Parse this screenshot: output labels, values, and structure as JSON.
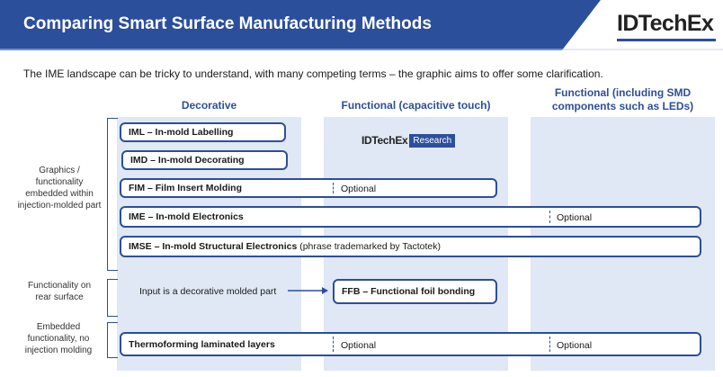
{
  "header": {
    "title": "Comparing Smart Surface Manufacturing Methods",
    "brand_logo": "IDTechEx",
    "colors": {
      "band": "#2c4f9b",
      "accent": "#2c4f9b",
      "column_fill": "#dfe8f4"
    }
  },
  "subtitle": "The IME landscape can be tricky to understand, with many competing terms – the graphic aims to offer some clarification.",
  "columns": [
    {
      "label": "Decorative"
    },
    {
      "label": "Functional (capacitive touch)"
    },
    {
      "label": "Functional (including SMD components such as LEDs)"
    }
  ],
  "row_groups": [
    {
      "label": "Graphics / functionality embedded within injection-molded part"
    },
    {
      "label": "Functionality on rear surface"
    },
    {
      "label": "Embedded functionality, no injection molding"
    }
  ],
  "methods": {
    "iml": {
      "label": "IML – In-mold Labelling"
    },
    "imd": {
      "label": "IMD – In-mold Decorating"
    },
    "fim": {
      "label": "FIM – Film Insert Molding",
      "capacitive": "Optional"
    },
    "ime": {
      "label": "IME – In-mold Electronics",
      "smd": "Optional"
    },
    "imse": {
      "label": "IMSE – In-mold Structural Electronics",
      "note": " (phrase trademarked by Tactotek)"
    },
    "ffb": {
      "label": "FFB – Functional foil bonding"
    },
    "thermo": {
      "label": "Thermoforming laminated layers",
      "capacitive": "Optional",
      "smd": "Optional"
    }
  },
  "rear_input_text": "Input is a decorative molded part",
  "research_logo": {
    "brand": "IDTechEx",
    "badge": "Research"
  },
  "icons": [
    "arrow-right-icon"
  ]
}
